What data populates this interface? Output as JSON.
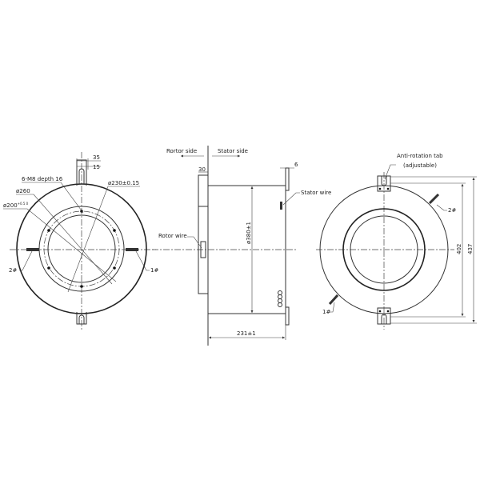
{
  "front_view": {
    "dim_35": "35",
    "dim_15": "15",
    "holes": "6-M8 depth 16",
    "dia_230": "ø230±0.15",
    "dia_260": "ø260",
    "dia_200": "ø200",
    "dia_200_tol": "+0.5 0",
    "wire_2": "2#",
    "wire_1": "1#"
  },
  "side_view": {
    "rotor_side": "Rortor side",
    "stator_side": "Stator side",
    "dim_30": "30",
    "dim_6": "6",
    "stator_wire": "Stator wire",
    "rotor_wire": "Rotor wire",
    "dia_380": "ø380±1",
    "length": "231±1"
  },
  "rear_view": {
    "tab_label": "Anti-rotation tab",
    "tab_note": "(adjustable)",
    "wire_2": "2#",
    "wire_1": "1#",
    "dim_402": "402",
    "dim_437": "437"
  }
}
